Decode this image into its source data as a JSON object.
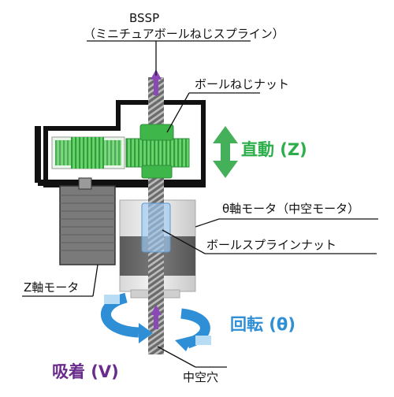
{
  "title": {
    "line1": "BSSP",
    "line2": "（ミニチュアボールねじスプライン）"
  },
  "labels": {
    "ball_screw_nut": "ボールねじナット",
    "theta_motor": "θ軸モータ（中空モータ）",
    "ball_spline_nut": "ボールスプラインナット",
    "z_motor": "Z軸モータ",
    "hollow_hole": "中空穴"
  },
  "motions": {
    "linear": "直動 (Z)",
    "rotation": "回転 (θ)",
    "suction": "吸着 (V)"
  },
  "colors": {
    "green": "#2cae4a",
    "blue": "#2f8fd6",
    "purple": "#6a2c8c",
    "gear_green": "#49c24f"
  }
}
